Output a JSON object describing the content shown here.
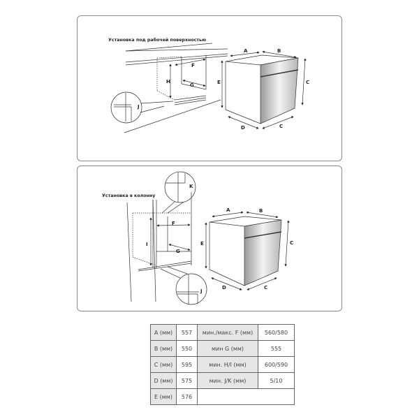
{
  "panels": [
    {
      "title": "Установка под рабочей поверхностью",
      "labels": {
        "A": "A",
        "B": "B",
        "C1": "C",
        "C2": "C",
        "D": "D",
        "E": "E",
        "F": "F",
        "G": "G",
        "H": "H",
        "J": "J"
      }
    },
    {
      "title": "Установка в колонну",
      "labels": {
        "A": "A",
        "B": "B",
        "C1": "C",
        "C2": "C",
        "D": "D",
        "E": "E",
        "F": "F",
        "G": "G",
        "I": "I",
        "J": "J",
        "K": "K"
      }
    }
  ],
  "table": {
    "rows": [
      {
        "key": "A (мм)",
        "value": "557",
        "key2": "мин./макс. F (мм)",
        "value2": "560/580"
      },
      {
        "key": "B (мм)",
        "value": "550",
        "key2": "мин G (мм)",
        "value2": "555"
      },
      {
        "key": "C (мм)",
        "value": "595",
        "key2": "мин. H/I (мм)",
        "value2": "600/590"
      },
      {
        "key": "D (мм)",
        "value": "575",
        "key2": "мин. J/K (мм)",
        "value2": "5/10"
      },
      {
        "key": "E (мм)",
        "value": "576"
      }
    ]
  }
}
